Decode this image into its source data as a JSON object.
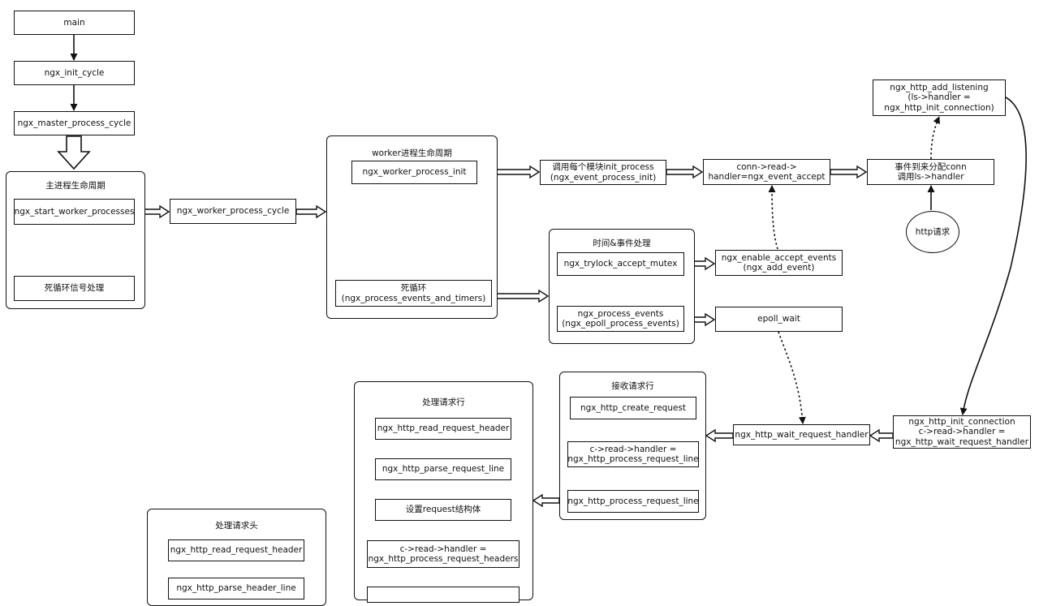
{
  "groups": {
    "master_lifecycle": "主进程生命周期",
    "worker_lifecycle": "worker进程生命周期",
    "time_event": "时间&事件处理",
    "recv_line": "接收请求行",
    "process_line": "处理请求行",
    "process_header": "处理请求头"
  },
  "nodes": {
    "main": "main",
    "init_cycle": "ngx_init_cycle",
    "master_process_cycle": "ngx_master_process_cycle",
    "start_worker_processes": "ngx_start_worker_processes",
    "dead_loop_signal": "死循环信号处理",
    "worker_process_cycle": "ngx_worker_process_cycle",
    "worker_process_init": "ngx_worker_process_init",
    "dead_loop_events": "死循环\n(ngx_process_events_and_timers)",
    "call_init_process": "调用每个模块init_process\n(ngx_event_process_init)",
    "conn_read_handler": "conn->read->\nhandler=ngx_event_accept",
    "event_assign_conn": "事件到来分配conn\n调用ls->handler",
    "http_add_listening": "ngx_http_add_listening\n(ls->handler =\nngx_http_init_connection)",
    "http_request": "http请求",
    "trylock_accept_mutex": "ngx_trylock_accept_mutex",
    "enable_accept_events": "ngx_enable_accept_events\n(ngx_add_event)",
    "process_events": "ngx_process_events\n(ngx_epoll_process_events)",
    "epoll_wait": "epoll_wait",
    "http_init_connection": "ngx_http_init_connection\nc->read->handler =\nngx_http_wait_request_handler",
    "http_wait_request_handler": "ngx_http_wait_request_handler",
    "http_create_request": "ngx_http_create_request",
    "set_handler_process_line": "c->read->handler =\nngx_http_process_request_line",
    "http_process_request_line": "ngx_http_process_request_line",
    "http_read_request_header_1": "ngx_http_read_request_header",
    "http_parse_request_line": "ngx_http_parse_request_line",
    "set_request_struct": "设置request结构体",
    "set_handler_process_headers": "c->read->handler =\nngx_http_process_request_headers",
    "http_read_request_header_2": "ngx_http_read_request_header",
    "http_parse_header_line": "ngx_http_parse_header_line"
  },
  "colors": {
    "stroke": "#111111",
    "background": "#ffffff"
  }
}
